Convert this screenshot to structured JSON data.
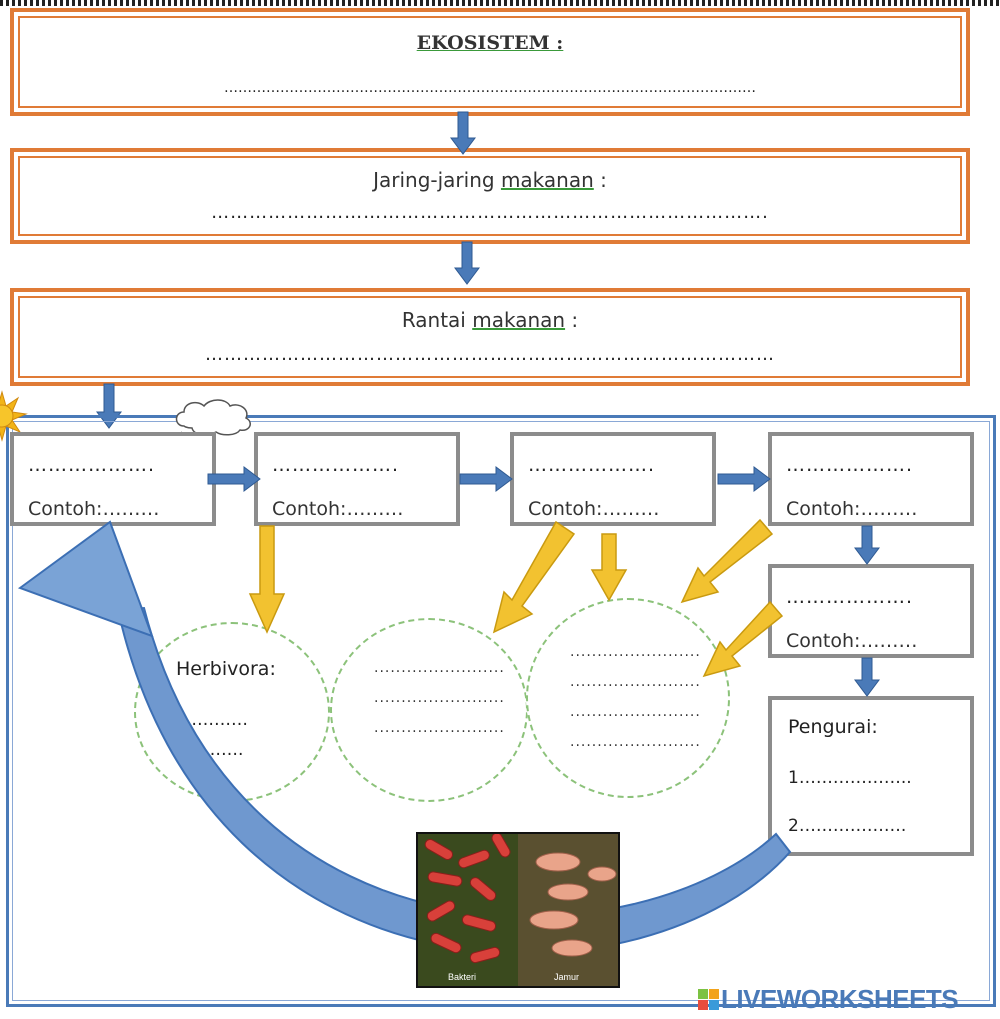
{
  "ekosistem": {
    "title": "EKOSISTEM :",
    "dots": "……………………………………………………………………………………………………"
  },
  "jaring": {
    "title_a": "Jaring-jaring",
    "title_b": "makanan",
    "colon": " :",
    "dots": "……………………………………………………………………………."
  },
  "rantai": {
    "title_a": "Rantai",
    "title_b": "makanan",
    "colon": " :",
    "dots": "………………………………………………………………………………"
  },
  "chain_boxes": [
    {
      "line1": "……………….",
      "line2": "Contoh:………"
    },
    {
      "line1": "……………….",
      "line2": "Contoh:………"
    },
    {
      "line1": "……………….",
      "line2": "Contoh:………"
    },
    {
      "line1": "……………….",
      "line2": "Contoh:………"
    },
    {
      "line1": "……………….",
      "line2": "Contoh:………"
    }
  ],
  "herbivora": {
    "label": "Herbivora:",
    "dots1": "…………",
    "dots2": "……."
  },
  "circle2": {
    "lines": [
      "........................",
      "........................",
      "........................"
    ]
  },
  "circle3": {
    "lines": [
      "........................",
      "........................",
      "........................",
      "........................"
    ]
  },
  "pengurai": {
    "title": "Pengurai:",
    "item1": "1………………..",
    "item2": "2………………."
  },
  "photo": {
    "label_left": "Bakteri",
    "label_right": "Jamur"
  },
  "watermark": "LIVEWORKSHEETS",
  "colors": {
    "orange": "#e07b36",
    "blue_arrow": "#4a7ab8",
    "yellow_arrow": "#f2c230",
    "grey_box": "#8c8c8c",
    "green_dash": "#8cc27a"
  }
}
